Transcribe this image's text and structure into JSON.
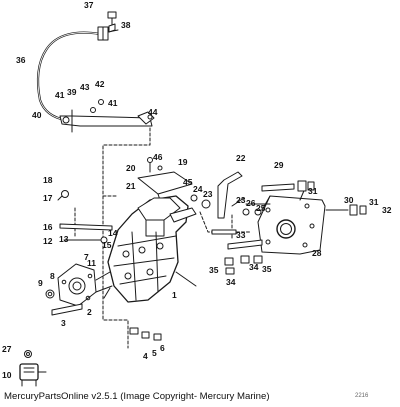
{
  "caption": "MercuryPartsOnline v2.5.1 (Image Copyright- Mercury Marine)",
  "figure_code": "2216",
  "callouts": [
    "1",
    "2",
    "3",
    "4",
    "5",
    "6",
    "7",
    "8",
    "9",
    "10",
    "11",
    "12",
    "13",
    "14",
    "15",
    "16",
    "17",
    "18",
    "19",
    "20",
    "21",
    "22",
    "23",
    "24",
    "25",
    "26",
    "27",
    "28",
    "29",
    "30",
    "31",
    "32",
    "33",
    "34",
    "35",
    "36",
    "37",
    "38",
    "39",
    "40",
    "41",
    "42",
    "43",
    "44",
    "45",
    "46"
  ],
  "colors": {
    "line": "#1a1a1a",
    "background": "#ffffff"
  }
}
